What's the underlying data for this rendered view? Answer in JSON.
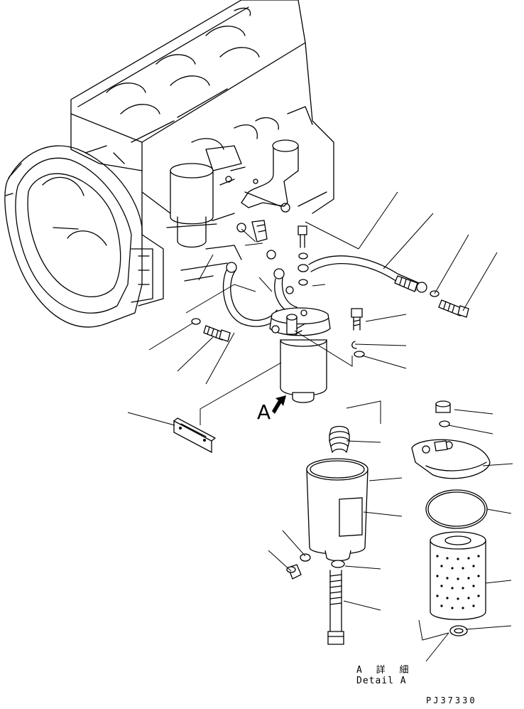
{
  "diagram": {
    "view_marker": "A",
    "detail_caption_jp": "A 詳 細",
    "detail_caption_en": "Detail A",
    "drawing_number": "PJ37330"
  }
}
